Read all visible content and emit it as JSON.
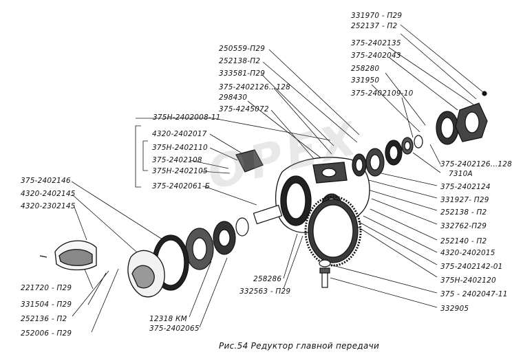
{
  "caption": "Рис.54 Редуктор главной передачи",
  "watermark": "OPEX",
  "labels": {
    "l01": "331970 - П29",
    "l02": "252137 - П2",
    "l03": "375-2402135",
    "l04": "375-2402043",
    "l05": "258280",
    "l06": "331950",
    "l07": "375-2402109-10",
    "l08": "250559-П29",
    "l09": "252138-П2",
    "l10": "333581-П29",
    "l11": "375-2402126...128",
    "l12": "298430",
    "l13": "375-4245072",
    "l14": "375Н-2402008-11",
    "l15": "4320-2402017",
    "l16": "375Н-2402110",
    "l17": "375-2402108",
    "l18": "375Н-2402105",
    "l19": "375-2402061-Б",
    "l20": "375-2402146",
    "l21": "4320-2402145",
    "l22": "4320-2302145",
    "l23": "375-2402126...128",
    "l24": "7310А",
    "l25": "375-2402124",
    "l26": "331927- П29",
    "l27": "252138 - П2",
    "l28": "332762-П29",
    "l29": "252140 - П2",
    "l30": "4320-2402015",
    "l31": "375-2402142-01",
    "l32": "375Н-2402120",
    "l33": "375 - 2402047-11",
    "l34": "332905",
    "l35": "258286",
    "l36": "332563 - П29",
    "l37": "221720 - П29",
    "l38": "331504 - П29",
    "l39": "252136 - П2",
    "l40": "252006 - П29",
    "l41": "12318 КМ",
    "l42": "375-2402065"
  }
}
